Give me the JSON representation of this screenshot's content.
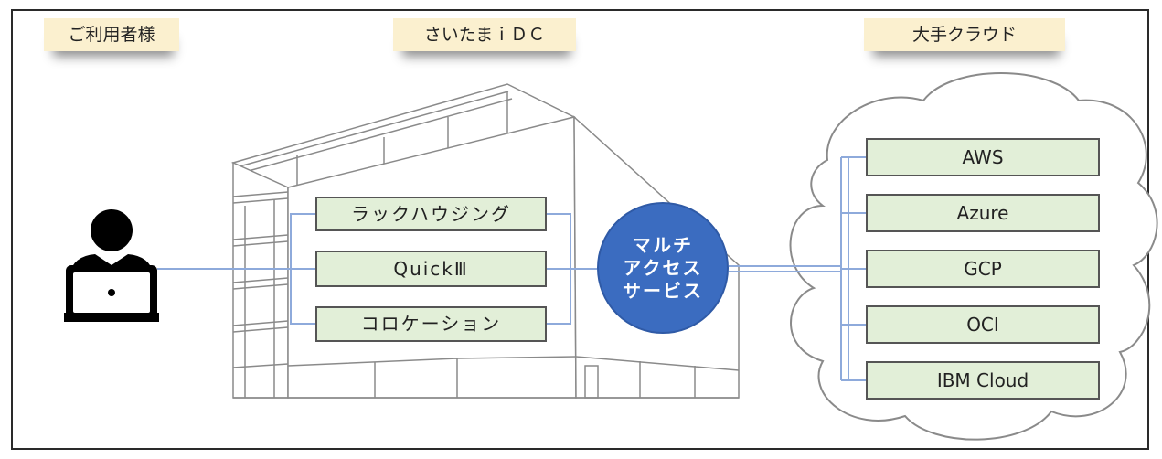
{
  "headers": {
    "user": "ご利用者様",
    "idc": "さいたまｉＤＣ",
    "cloud": "大手クラウド"
  },
  "services": [
    "ラックハウジング",
    "QuickⅢ",
    "コロケーション"
  ],
  "hub": {
    "line1": "マルチ",
    "line2": "アクセス",
    "line3": "サービス"
  },
  "clouds": [
    "AWS",
    "Azure",
    "GCP",
    "OCI",
    "IBM Cloud"
  ],
  "colors": {
    "header_bg": "#fbf0cf",
    "box_bg": "#e2efd8",
    "hub": "#3b6cc0",
    "connector": "#8eaadb"
  },
  "icons": {
    "user": "person-with-laptop-icon",
    "building": "datacenter-building",
    "cloud": "cloud-shape"
  }
}
